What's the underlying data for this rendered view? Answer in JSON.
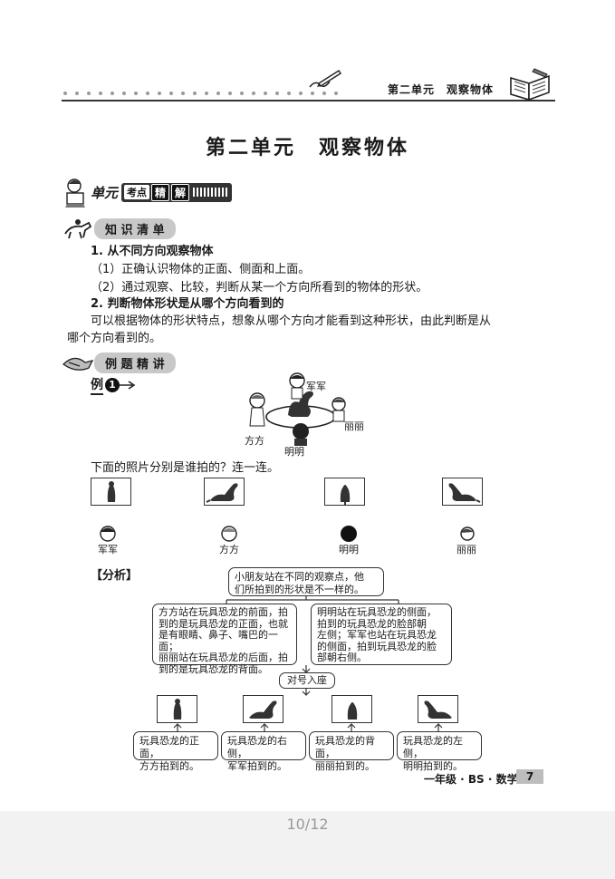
{
  "header": {
    "unit_title": "第二单元　观察物体"
  },
  "title": "第二单元　观察物体",
  "badges": {
    "unit_badge": {
      "part1": "单元",
      "part2": "考点",
      "part3": "精",
      "part4": "解"
    },
    "knowledge": "知 识 清 单",
    "examples": "例 题 精 讲"
  },
  "knowledge": {
    "h1": "1. 从不同方向观察物体",
    "p1": "（1）正确认识物体的正面、侧面和上面。",
    "p2": "（2）通过观察、比较，判断从某一个方向所看到的物体的形状。",
    "h2": "2. 判断物体形状是从哪个方向看到的",
    "p3a": "可以根据物体的形状特点，想象从哪个方向才能看到这种形状，由此判断是从",
    "p3b": "哪个方向看到的。"
  },
  "example": {
    "label": "例",
    "number": "1",
    "scene_names": {
      "junjun": "军军",
      "fangfang": "方方",
      "lili": "丽丽",
      "mingming": "明明"
    },
    "question": "下面的照片分别是谁拍的？连一连。",
    "kids": [
      "军军",
      "方方",
      "明明",
      "丽丽"
    ]
  },
  "analysis": {
    "label": "【分析】",
    "top_box_line1": "小朋友站在不同的观察点，他",
    "top_box_line2": "们所拍到的形状是不一样的。",
    "left_box": [
      "方方站在玩具恐龙的前面，拍",
      "到的是玩具恐龙的正面，也就",
      "是有眼睛、鼻子、嘴巴的一面；",
      "丽丽站在玩具恐龙的后面，拍",
      "到的是玩具恐龙的背面。"
    ],
    "right_box": [
      "明明站在玩具恐龙的侧面，",
      "拍到的玩具恐龙的脸部朝",
      "左侧；军军也站在玩具恐龙",
      "的侧面，拍到玩具恐龙的脸",
      "部朝右侧。"
    ],
    "match_box": "对号入座",
    "answers": [
      [
        "玩具恐龙的正面，",
        "方方拍到的。"
      ],
      [
        "玩具恐龙的右侧，",
        "军军拍到的。"
      ],
      [
        "玩具恐龙的背面，",
        "丽丽拍到的。"
      ],
      [
        "玩具恐龙的左侧，",
        "明明拍到的。"
      ]
    ]
  },
  "footer": {
    "book": "一年级 · BS · 数学",
    "page_number": "7"
  },
  "viewer": {
    "page_indicator": "10/12"
  }
}
